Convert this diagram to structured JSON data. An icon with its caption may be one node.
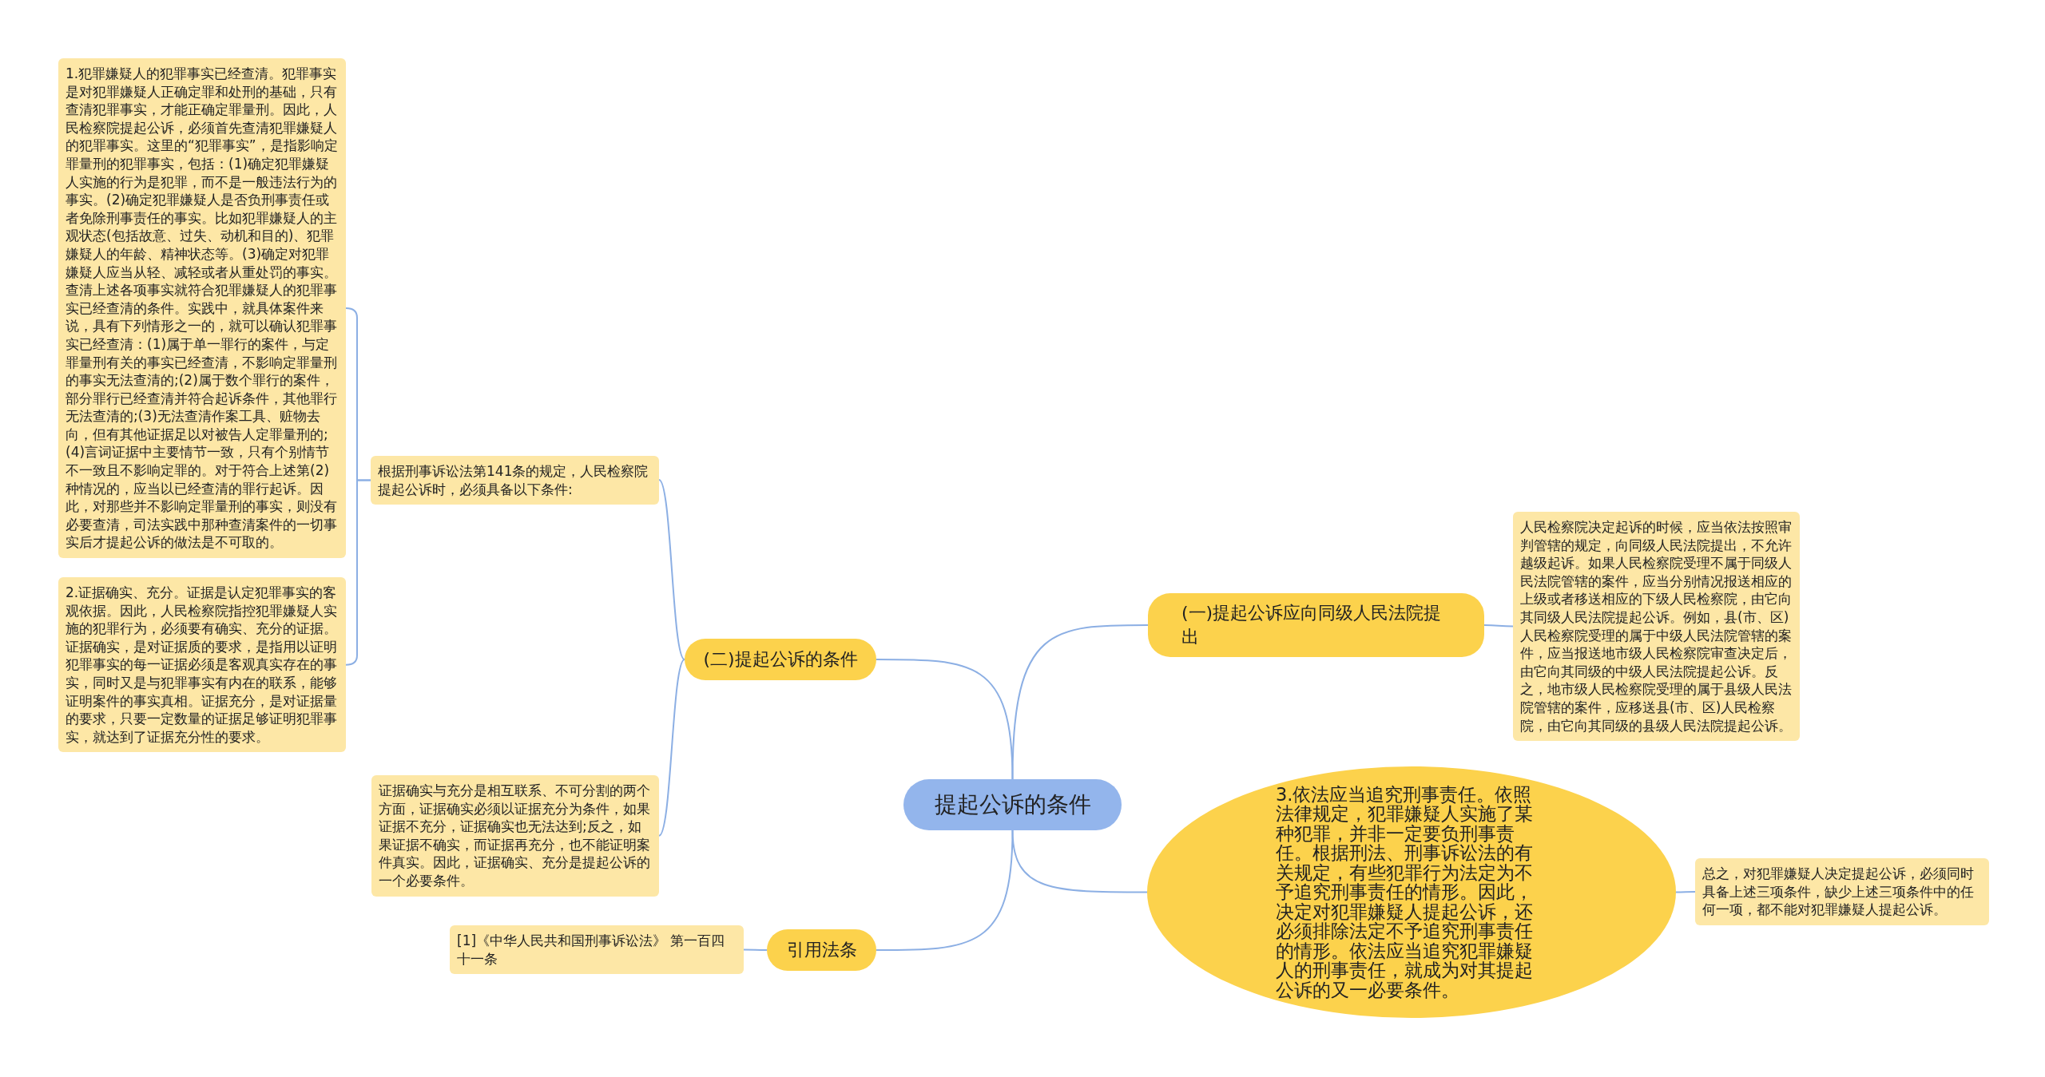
{
  "diagram": {
    "nodes": [
      {
        "text": [
          "提起公诉的条件"
        ]
      },
      {
        "text": [
          "(二)提起公诉的条件"
        ]
      },
      {
        "text": [
          "根据刑事诉讼法第141条的规定，人民检察院提起公诉时，必须具备以下条件:"
        ]
      },
      {
        "text": [
          "1.犯罪嫌疑人的犯罪事实已经查清。犯罪事实是对犯罪嫌疑人正确定罪和处刑的基础，只有查清犯罪事实，才能正确定罪量刑。因此，人民检察院提起公诉，必须首先查清犯罪嫌疑人的犯罪事实。这里的“犯罪事实”，是指影响定罪量刑的犯罪事实，包括：(1)确定犯罪嫌疑人实施的行为是犯罪，而不是一般违法行为的事实。(2)确定犯罪嫌疑人是否负刑事责任或者免除刑事责任的事实。比如犯罪嫌疑人的主观状态(包括故意、过失、动机和目的)、犯罪嫌疑人的年龄、精神状态等。(3)确定对犯罪嫌疑人应当从轻、减轻或者从重处罚的事实。查清上述各项事实就符合犯罪嫌疑人的犯罪事实已经查清的条件。实践中，就具体案件来说，具有下列情形之一的，就可以确认犯罪事实已经查清：(1)属于单一罪行的案件，与定罪量刑有关的事实已经查清，不影响定罪量刑的事实无法查清的;(2)属于数个罪行的案件，部分罪行已经查清并符合起诉条件，其他罪行无法查清的;(3)无法查清作案工具、赃物去向，但有其他证据足以对被告人定罪量刑的;(4)言词证据中主要情节一致，只有个别情节不一致且不影响定罪的。对于符合上述第(2)种情况的，应当以已经查清的罪行起诉。因此，对那些并不影响定罪量刑的事实，则没有必要查清，司法实践中那种查清案件的一切事实后才提起公诉的做法是不可取的。"
        ]
      },
      {
        "text": [
          "2.证据确实、充分。证据是认定犯罪事实的客观依据。因此，人民检察院指控犯罪嫌疑人实施的犯罪行为，必须要有确实、充分的证据。证据确实，是对证据质的要求，是指用以证明犯罪事实的每一证据必须是客观真实存在的事实，同时又是与犯罪事实有内在的联系，能够证明案件的事实真相。证据充分，是对证据量的要求，只要一定数量的证据足够证明犯罪事实，就达到了证据充分性的要求。"
        ]
      },
      {
        "text": [
          "证据确实与充分是相互联系、不可分割的两个方面，证据确实必须以证据充分为条件，如果证据不充分，证据确实也无法达到;反之，如果证据不确实，而证据再充分，也不能证明案件真实。因此，证据确实、充分是提起公诉的一个必要条件。"
        ]
      },
      {
        "text": [
          "引用法条"
        ]
      },
      {
        "text": [
          "[1]《中华人民共和国刑事诉讼法》 第一百四十一条"
        ]
      },
      {
        "text": [
          "(一)提起公诉应向同级人民法院提出"
        ]
      },
      {
        "text": [
          "人民检察院决定起诉的时候，应当依法按照审判管辖的规定，向同级人民法院提出，不允许越级起诉。如果人民检察院受理不属于同级人民法院管辖的案件，应当分别情况报送相应的上级或者移送相应的下级人民检察院，由它向其同级人民法院提起公诉。例如，县(市、区)人民检察院受理的属于中级人民法院管辖的案件，应当报送地市级人民检察院审查决定后，由它向其同级的中级人民法院提起公诉。反之，地市级人民检察院受理的属于县级人民法院管辖的案件，应移送县(市、区)人民检察院，由它向其同级的县级人民法院提起公诉。"
        ]
      },
      {
        "text": [
          "3.依法应当追究刑事责任。依照法律规定，犯罪嫌疑人实施了某种犯罪，并非一定要负刑事责任。根据刑法、刑事诉讼法的有关规定，有些犯罪行为法定为不予追究刑事责任的情形。因此，决定对犯罪嫌疑人提起公诉，还必须排除法定不予追究刑事责任的情形。依法应当追究犯罪嫌疑人的刑事责任，就成为对其提起公诉的又一必要条件。"
        ]
      },
      {
        "text": [
          "总之，对犯罪嫌疑人决定提起公诉，必须同时具备上述三项条件，缺少上述三项条件中的任何一项，都不能对犯罪嫌疑人提起公诉。"
        ]
      }
    ],
    "edges": [
      {
        "from": 0,
        "to": 1,
        "arrow": "none"
      },
      {
        "from": 1,
        "to": 2,
        "arrow": "none"
      },
      {
        "from": 2,
        "to": 3,
        "arrow": "none"
      },
      {
        "from": 2,
        "to": 4,
        "arrow": "none"
      },
      {
        "from": 1,
        "to": 5,
        "arrow": "none"
      },
      {
        "from": 0,
        "to": 6,
        "arrow": "none"
      },
      {
        "from": 6,
        "to": 7,
        "arrow": "none"
      },
      {
        "from": 0,
        "to": 8,
        "arrow": "none"
      },
      {
        "from": 8,
        "to": 9,
        "arrow": "none"
      },
      {
        "from": 0,
        "to": 10,
        "arrow": "none"
      },
      {
        "from": 10,
        "to": 11,
        "arrow": "none"
      }
    ]
  }
}
